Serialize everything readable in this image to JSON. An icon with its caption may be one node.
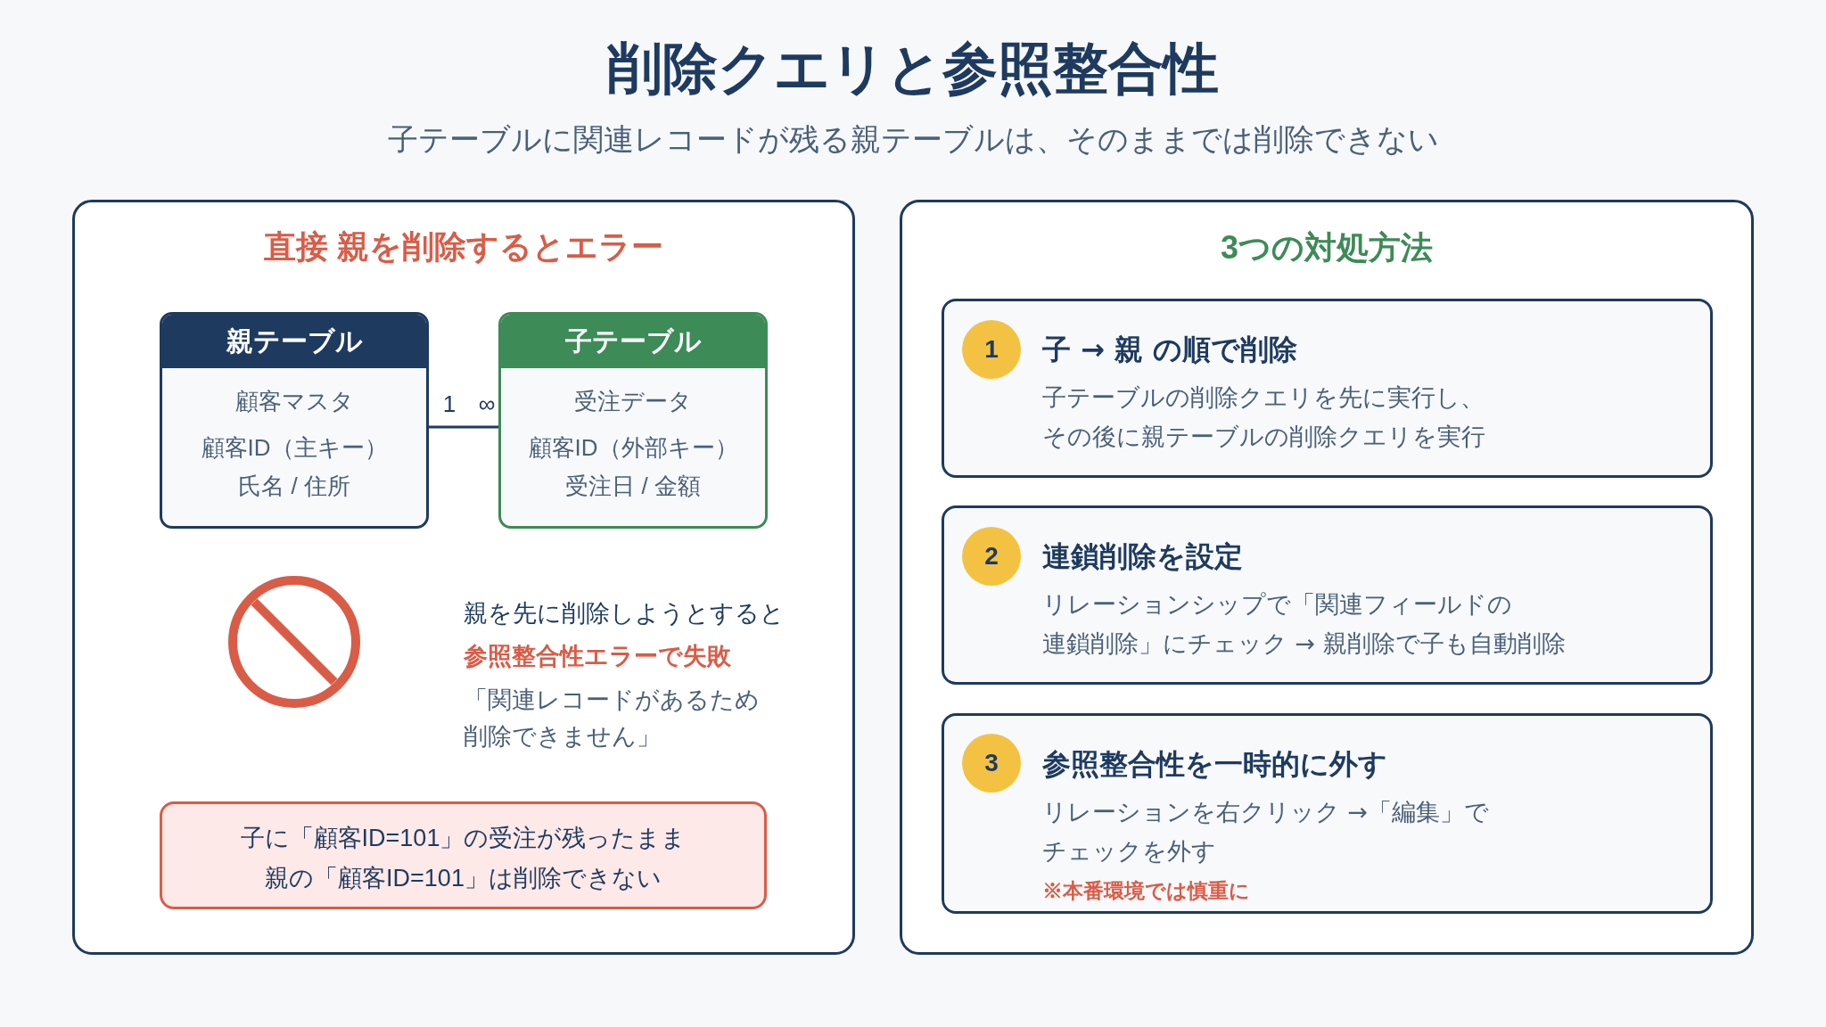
{
  "diagram": {
    "title": "削除クエリと参照整合性",
    "nodes": [
      {
        "text": [
          "直接 親を削除するとエラー"
        ]
      },
      {
        "text": [
          "親テーブル",
          "顧客マスタ",
          "顧客ID（主キー）",
          "氏名 / 住所"
        ],
        "in": 0
      },
      {
        "text": [
          "子テーブル",
          "受注データ",
          "顧客ID（外部キー）",
          "受注日 / 金額"
        ],
        "in": 0
      },
      {
        "text": [
          "子に「顧客ID=101」の受注が残ったまま",
          "親の「顧客ID=101」は削除できない"
        ],
        "in": 0
      },
      {
        "text": [
          "3つの対処方法"
        ]
      },
      {
        "text": [
          "子 → 親 の順で削除",
          "子テーブルの削除クエリを先に実行し、その後に親テーブルの削除クエリを実行"
        ],
        "in": 4
      },
      {
        "text": [
          "1"
        ],
        "in": 5
      },
      {
        "text": [
          "連鎖削除を設定",
          "リレーションシップで「関連フィールドの連鎖削除」にチェック → 親削除で子も自動削除"
        ],
        "in": 4
      },
      {
        "text": [
          "2"
        ],
        "in": 7
      },
      {
        "text": [
          "参照整合性を一時的に外す",
          "リレーションを右クリック →「編集」でチェックを外す",
          "※本番環境では慎重に"
        ],
        "in": 4
      },
      {
        "text": [
          "3"
        ],
        "in": 9
      }
    ],
    "edges": [
      {
        "from": 1,
        "to": 2,
        "arrow": "none"
      }
    ],
    "labels": [
      "子テーブルに関連レコードが残る親テーブルは、そのままでは削除できない",
      "1",
      "∞",
      "親を先に削除しようとすると",
      "参照整合性エラーで失敗",
      "「関連レコードがあるため削除できません」"
    ]
  }
}
